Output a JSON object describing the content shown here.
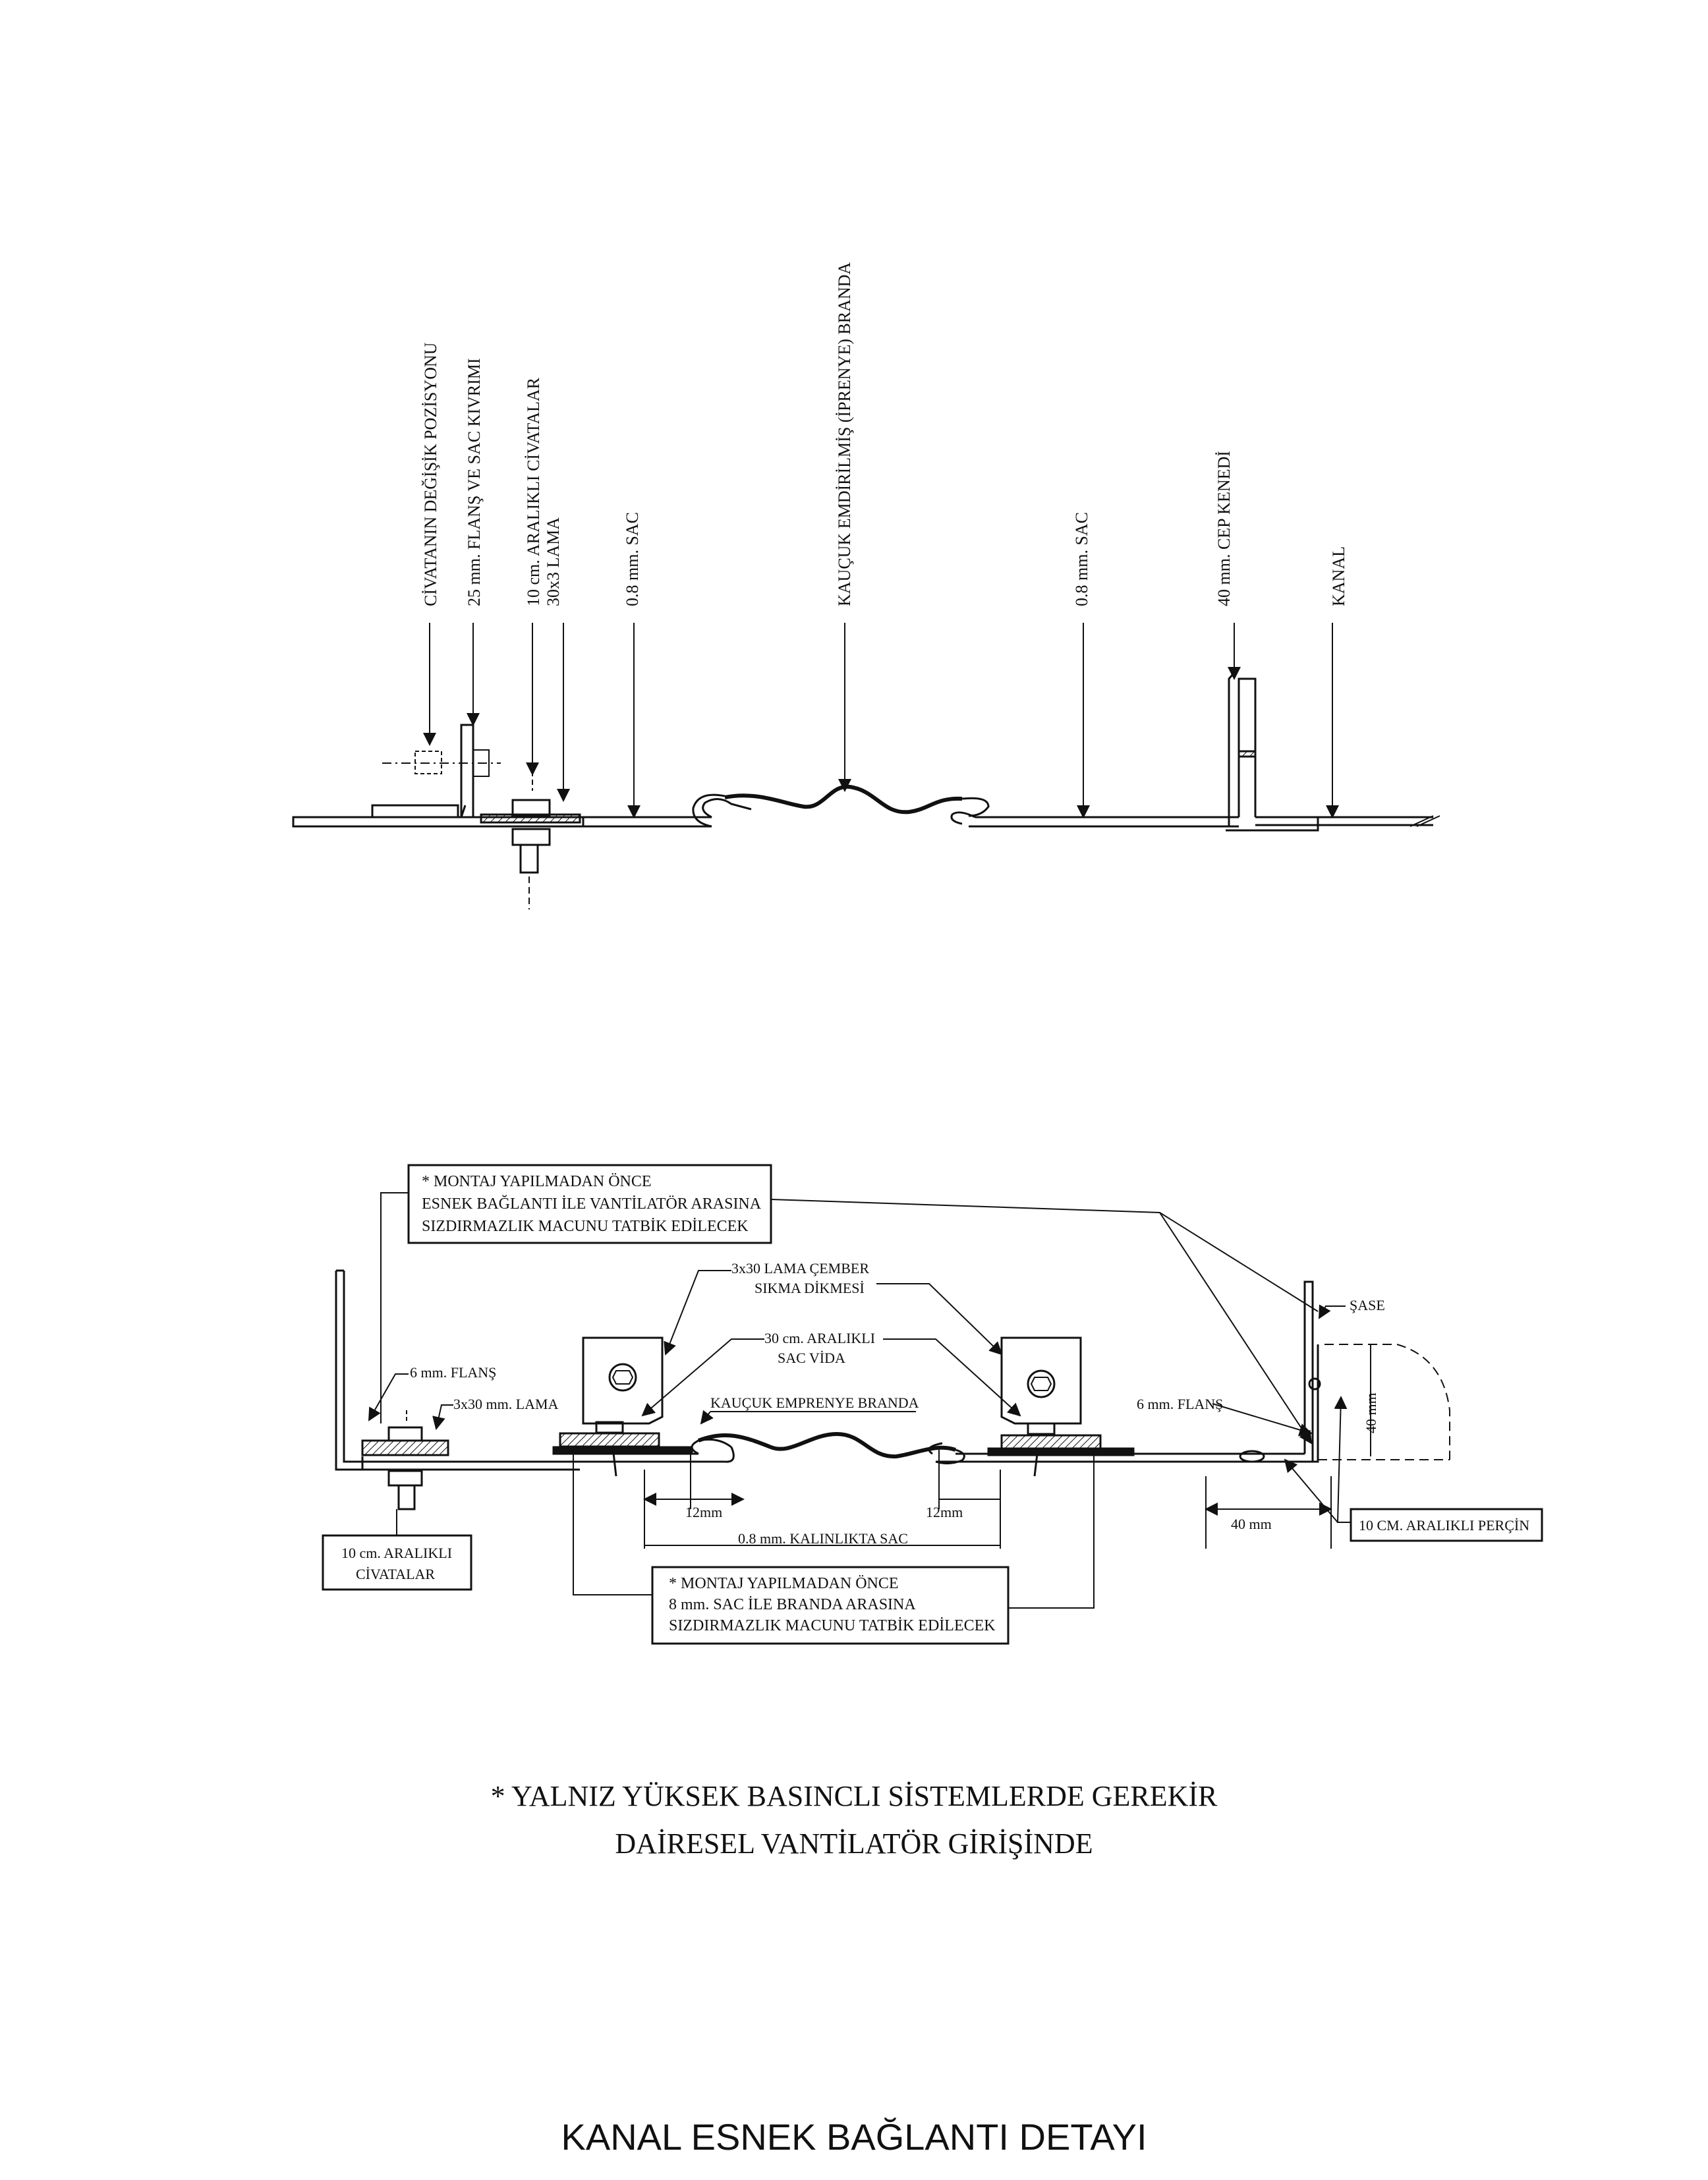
{
  "top_diagram": {
    "labels": {
      "bolt_position": "CİVATANIN DEĞİŞİK POZİSYONU",
      "flange_bend": "25 mm. FLANŞ VE SAC KIVRIMI",
      "bolts_10cm": "10 cm. ARALIKLI CİVATALAR",
      "flat_bar": "30x3 LAMA",
      "sheet_left": "0.8 mm. SAC",
      "canvas": "KAUÇUK EMDİRİLMİŞ (İPRENYE) BRANDA",
      "sheet_right": "0.8 mm. SAC",
      "pocket_seam": "40 mm. CEP KENEDİ",
      "duct": "KANAL"
    }
  },
  "bottom_diagram": {
    "note_top": [
      "* MONTAJ YAPILMADAN ÖNCE",
      "ESNEK BAĞLANTI İLE VANTİLATÖR ARASINA",
      "SIZDIRMAZLIK MACUNU TATBİK EDİLECEK"
    ],
    "band_clamp": [
      "3x30 LAMA ÇEMBER",
      "SIKMA DİKMESİ"
    ],
    "screws": [
      "30 cm. ARALIKLI",
      "SAC VİDA"
    ],
    "rubber_canvas": "KAUÇUK EMPRENYE BRANDA",
    "flange_left": "6 mm. FLANŞ",
    "flat_bar": "3x30 mm. LAMA",
    "flange_right": "6 mm. FLANŞ",
    "chassis": "ŞASE",
    "dim_40_vertical": "40 mm",
    "dim_12_left": "12mm",
    "dim_12_right": "12mm",
    "sheet_thickness": "0.8 mm. KALINLIKTA SAC",
    "dim_40_horizontal": "40 mm",
    "rivets": "10 CM. ARALIKLI PERÇİN",
    "bolts_box": [
      "10 cm. ARALIKLI",
      "CİVATALAR"
    ],
    "note_bottom": [
      "* MONTAJ YAPILMADAN ÖNCE",
      "8 mm. SAC İLE BRANDA ARASINA",
      "SIZDIRMAZLIK MACUNU TATBİK EDİLECEK"
    ]
  },
  "captions": {
    "line1": "* YALNIZ YÜKSEK BASINCLI SİSTEMLERDE GEREKİR",
    "line2": "DAİRESEL VANTİLATÖR GİRİŞİNDE"
  },
  "title": "KANAL ESNEK BAĞLANTI DETAYI"
}
